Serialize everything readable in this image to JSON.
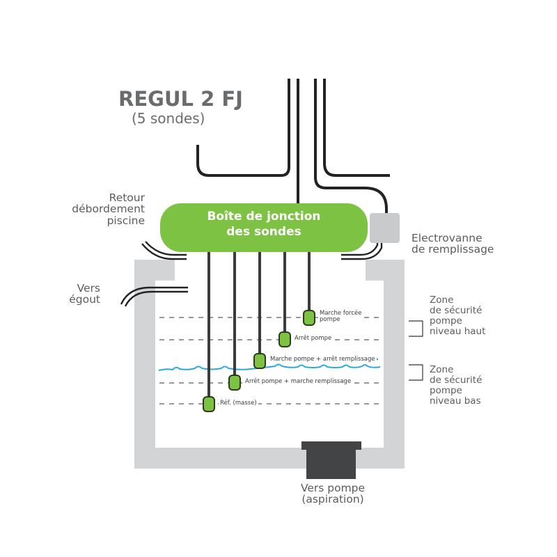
{
  "title": "REGUL 2 FJ",
  "subtitle": "(5 sondes)",
  "junction_box": {
    "line1": "Boîte de jonction",
    "line2": "des sondes",
    "color": "#7dc242"
  },
  "labels": {
    "retour": [
      "Retour",
      "débordement",
      "piscine"
    ],
    "egout": [
      "Vers",
      "égout"
    ],
    "electrovanne": [
      "Electrovanne",
      "de remplissage"
    ],
    "pompe": [
      "Vers pompe",
      "(aspiration)"
    ]
  },
  "zones": [
    {
      "lines": [
        "Zone",
        "de sécurité",
        "pompe",
        "niveau haut"
      ]
    },
    {
      "lines": [
        "Zone",
        "de sécurité",
        "pompe",
        "niveau bas"
      ]
    }
  ],
  "probes": [
    {
      "label": "Marche forcée pompe",
      "label_lines": [
        "Marche forcée",
        "pompe"
      ]
    },
    {
      "label": "Arrêt pompe"
    },
    {
      "label": "Marche pompe + arrêt remplissage"
    },
    {
      "label": "Arrêt pompe + marche remplissage"
    },
    {
      "label": "Réf. (masse)"
    }
  ],
  "colors": {
    "probe_green": "#7dc242",
    "cable": "#222222",
    "tank_wall": "#d3d4d6",
    "water": "#2aa9df",
    "pump_block": "#434446",
    "valve": "#c9cacc",
    "text": "#5b5c5e"
  }
}
